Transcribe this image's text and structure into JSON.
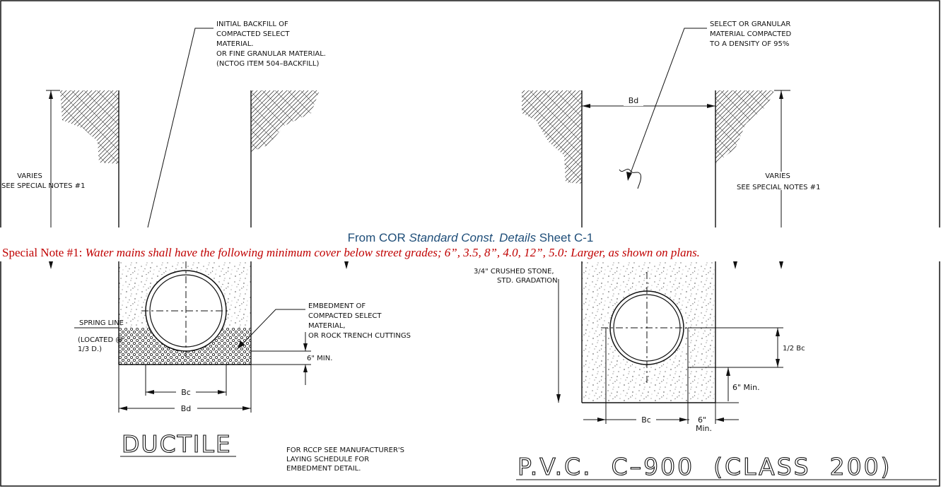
{
  "top_left": {
    "note": [
      "INITIAL BACKFILL OF",
      "COMPACTED SELECT",
      "MATERIAL.",
      "OR FINE GRANULAR MATERIAL.",
      "(NCTOG ITEM 504–BACKFILL)"
    ],
    "varies": [
      "VARIES",
      "SEE SPECIAL NOTES #1"
    ]
  },
  "top_right": {
    "note": [
      "SELECT OR GRANULAR",
      "MATERIAL COMPACTED",
      "TO A DENSITY OF 95%"
    ],
    "bd_label": "Bd",
    "varies": [
      "VARIES",
      "SEE SPECIAL NOTES #1"
    ]
  },
  "caption": {
    "prefix": "From COR ",
    "italic": "Standard Const. Details",
    "suffix": " Sheet C-1"
  },
  "special_note": {
    "label": "Special Note #1: ",
    "text": "Water mains shall have the following minimum cover below street grades; 6”, 3.5, 8”, 4.0, 12”, 5.0: Larger, as shown on plans."
  },
  "ductile": {
    "spring_line": [
      "SPRING LINE",
      "(LOCATED @",
      "1/3 D.)"
    ],
    "embedment": [
      "EMBEDMENT OF",
      "COMPACTED SELECT",
      "MATERIAL,",
      "OR ROCK TRENCH CUTTINGS"
    ],
    "six_min": "6\" MIN.",
    "bc": "Bc",
    "bd": "Bd",
    "title": "DUCTILE",
    "rccp_note": [
      "FOR RCCP SEE MANUFACTURER'S",
      "LAYING SCHEDULE FOR",
      "EMBEDMENT DETAIL."
    ]
  },
  "pvc": {
    "stone": [
      "3/4\" CRUSHED STONE,",
      "STD. GRADATION"
    ],
    "half_bc": "1/2 Bc",
    "six_min": "6\" Min.",
    "bc": "Bc",
    "six_in": "6\"",
    "min": "Min.",
    "title": "P.V.C.  C–900  (CLASS  200)"
  }
}
